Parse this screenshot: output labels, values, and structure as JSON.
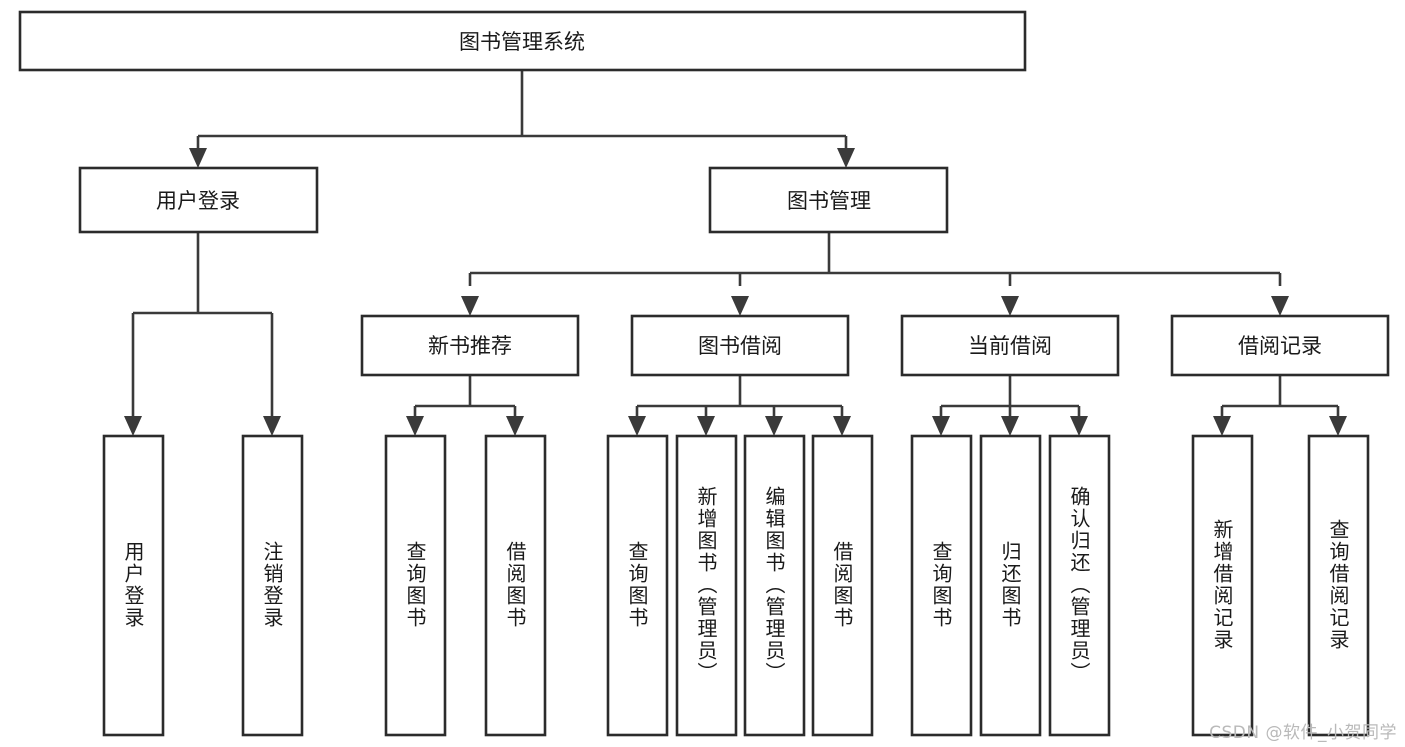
{
  "diagram": {
    "title_node": "图书管理系统",
    "watermark": "CSDN @软件_小贺同学",
    "colors": {
      "box_stroke": "#2b2b2b",
      "connector": "#3a3a3a",
      "box_fill": "#ffffff",
      "text": "#1a1a1a",
      "watermark": "#b9b9b9",
      "background": "#ffffff"
    },
    "level2": [
      {
        "label": "用户登录"
      },
      {
        "label": "图书管理"
      }
    ],
    "level3": [
      {
        "label": "新书推荐"
      },
      {
        "label": "图书借阅"
      },
      {
        "label": "当前借阅"
      },
      {
        "label": "借阅记录"
      }
    ],
    "leaves": {
      "user_login": [
        {
          "label": "用户登录"
        },
        {
          "label": "注销登录"
        }
      ],
      "new_book_recommend": [
        {
          "label": "查询图书"
        },
        {
          "label": "借阅图书"
        }
      ],
      "book_borrow": [
        {
          "label": "查询图书"
        },
        {
          "label": "新增图书（管理员）"
        },
        {
          "label": "编辑图书（管理员）"
        },
        {
          "label": "借阅图书"
        }
      ],
      "current_borrow": [
        {
          "label": "查询图书"
        },
        {
          "label": "归还图书"
        },
        {
          "label": "确认归还（管理员）"
        }
      ],
      "borrow_record": [
        {
          "label": "新增借阅记录"
        },
        {
          "label": "查询借阅记录"
        }
      ]
    }
  }
}
